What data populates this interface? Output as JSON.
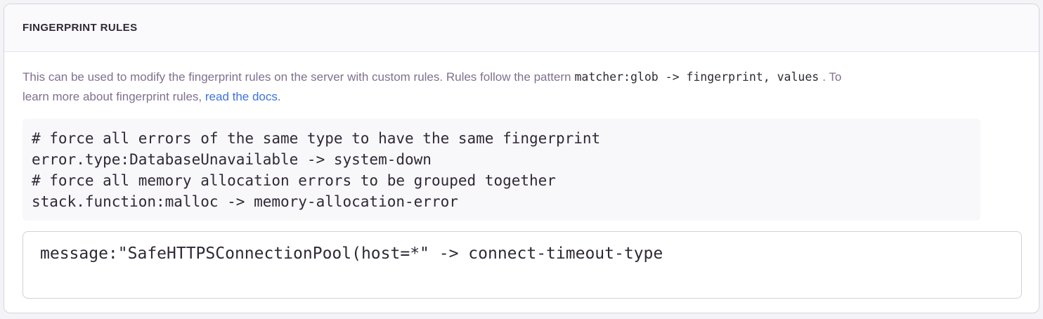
{
  "panel": {
    "title": "FINGERPRINT RULES"
  },
  "description": {
    "text_1": "This can be used to modify the fingerprint rules on the server with custom rules. Rules follow the pattern",
    "inline_code": "matcher:glob -> fingerprint, values",
    "text_2": ". To",
    "text_3": "learn more about fingerprint rules,",
    "link_label": "read the docs."
  },
  "code_example": {
    "text": "# force all errors of the same type to have the same fingerprint\nerror.type:DatabaseUnavailable -> system-down\n# force all memory allocation errors to be grouped together\nstack.function:malloc -> memory-allocation-error"
  },
  "rules_input": {
    "value": "message:\"SafeHTTPSConnectionPool(host=*\" -> connect-timeout-type"
  },
  "colors": {
    "link_blue": "#3c74dd",
    "header_background": "#faf9fb",
    "code_block_background": "#f8f7fa",
    "text_dark": "#2f2936",
    "text_gray": "#80708f",
    "panel_border": "#d8d3de"
  }
}
